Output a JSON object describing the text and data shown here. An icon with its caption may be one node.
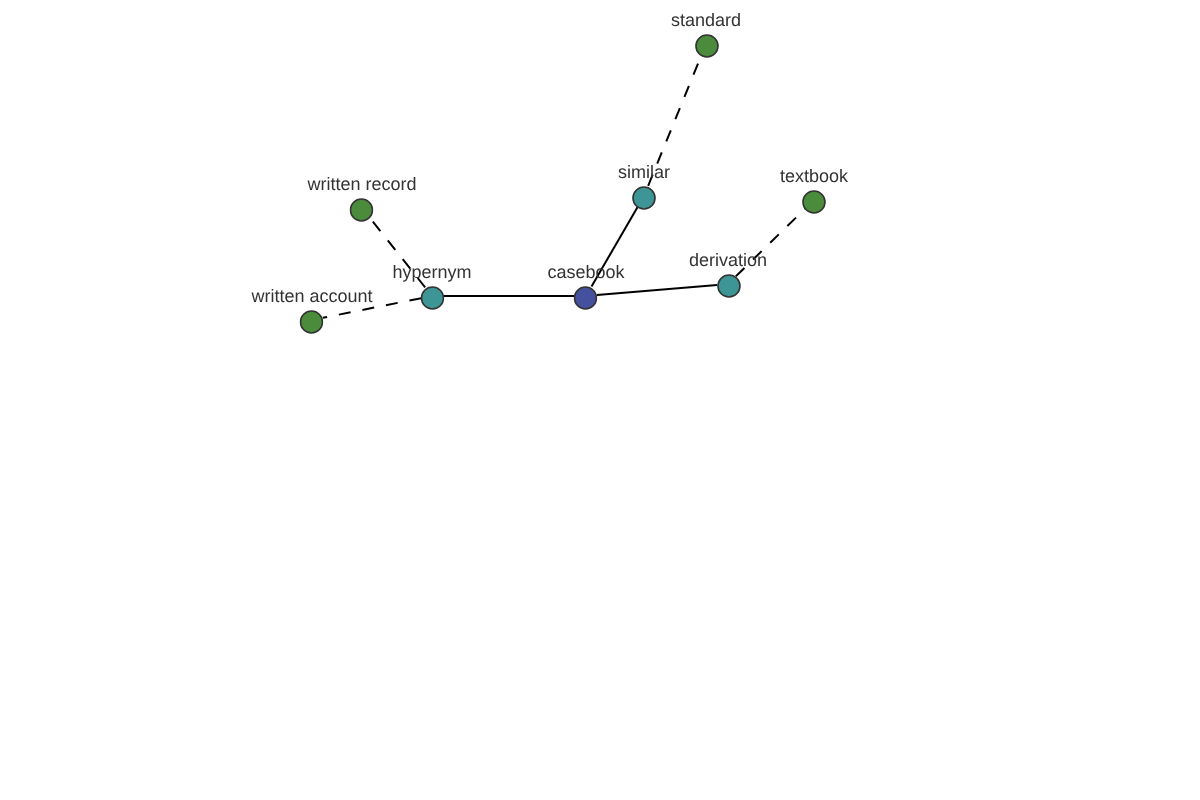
{
  "diagram": {
    "nodes": [
      {
        "text": [
          "casebook"
        ]
      },
      {
        "text": [
          "hypernym"
        ]
      },
      {
        "text": [
          "similar"
        ]
      },
      {
        "text": [
          "derivation"
        ]
      },
      {
        "text": [
          "written record"
        ]
      },
      {
        "text": [
          "written account"
        ]
      },
      {
        "text": [
          "standard"
        ]
      },
      {
        "text": [
          "textbook"
        ]
      }
    ],
    "edges": [
      {
        "from": 0,
        "to": 1,
        "arrow": "none"
      },
      {
        "from": 0,
        "to": 2,
        "arrow": "none"
      },
      {
        "from": 0,
        "to": 3,
        "arrow": "none"
      },
      {
        "from": 1,
        "to": 4,
        "arrow": "none",
        "style": "dashed"
      },
      {
        "from": 1,
        "to": 5,
        "arrow": "none",
        "style": "dashed"
      },
      {
        "from": 2,
        "to": 6,
        "arrow": "none",
        "style": "dashed"
      },
      {
        "from": 3,
        "to": 7,
        "arrow": "none",
        "style": "dashed"
      }
    ]
  }
}
